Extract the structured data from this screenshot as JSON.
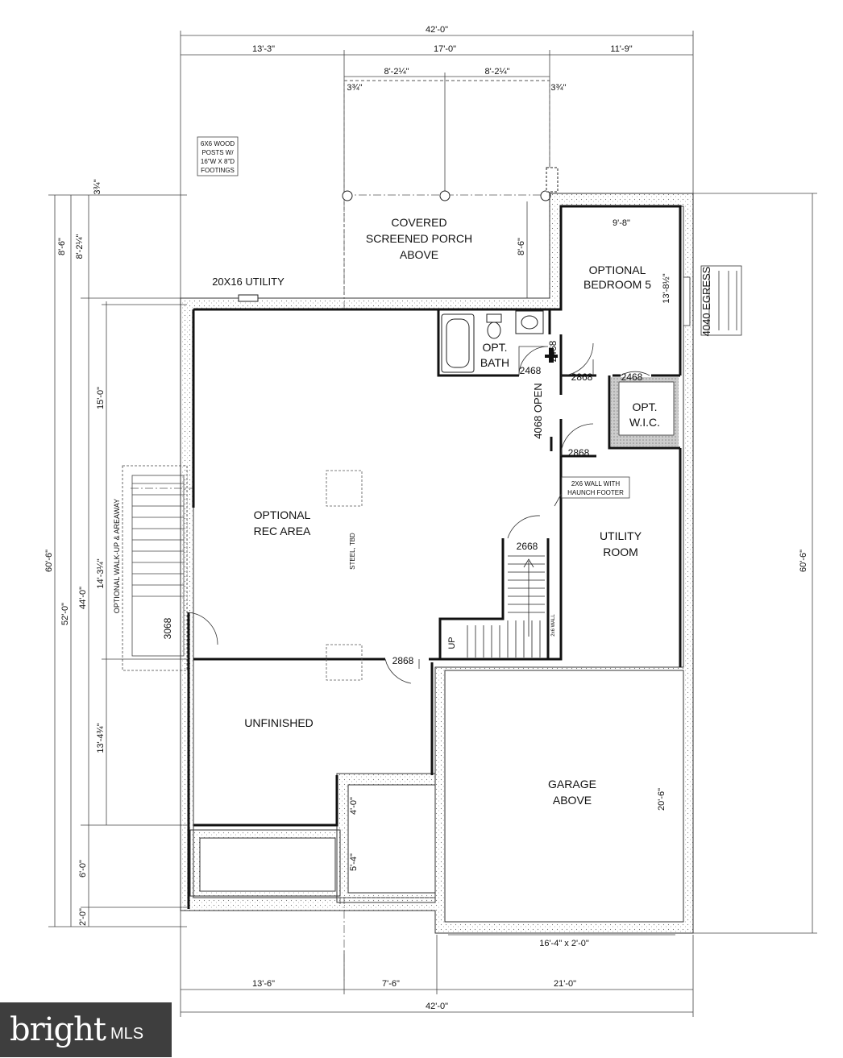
{
  "dimensions": {
    "top_total": "42'-0\"",
    "top_left": "13'-3\"",
    "top_mid": "17'-0\"",
    "top_right": "11'-9\"",
    "porch_span_1": "8'-2¼\"",
    "porch_span_2": "8'-2¼\"",
    "offset_left": "3¾\"",
    "offset_right": "3¾\"",
    "offset_vert": "3¾\"",
    "left_porch_1": "8'-6\"",
    "left_porch_2": "8'-2¼\"",
    "porch_right": "8'-6\"",
    "bedroom_width": "9'-8\"",
    "bedroom_depth": "13'-8½\"",
    "overall_left": "60'-6\"",
    "left_52": "52'-0\"",
    "left_44": "44'-0\"",
    "left_15": "15'-0\"",
    "left_14": "14'-3¼\"",
    "left_13": "13'-4¾\"",
    "left_6": "6'-0\"",
    "left_2": "2'-0\"",
    "overall_right": "60'-6\"",
    "garage_depth": "20'-6\"",
    "garage_door": "16'-4\" x 2'-0\"",
    "bump_4": "4'-0\"",
    "bump_5": "5'-4\"",
    "bottom_left": "13'-6\"",
    "bottom_mid": "7'-6\"",
    "bottom_right": "21'-0\"",
    "bottom_total": "42'-0\""
  },
  "rooms": {
    "porch_1": "COVERED",
    "porch_2": "SCREENED PORCH",
    "porch_3": "ABOVE",
    "bedroom_1": "OPTIONAL",
    "bedroom_2": "BEDROOM 5",
    "bath_1": "OPT.",
    "bath_2": "BATH",
    "wic_1": "OPT.",
    "wic_2": "W.I.C.",
    "rec_1": "OPTIONAL",
    "rec_2": "REC AREA",
    "utility_1": "UTILITY",
    "utility_2": "ROOM",
    "unfinished": "UNFINISHED",
    "garage_1": "GARAGE",
    "garage_2": "ABOVE"
  },
  "notes": {
    "posts_1": "6X6 WOOD",
    "posts_2": "POSTS W/",
    "posts_3": "16\"W X 8\"D",
    "posts_4": "FOOTINGS",
    "utility_window": "20X16 UTILITY",
    "egress": "4040 EGRESS",
    "opening": "4068 OPEN",
    "wall_note_1": "2X6 WALL WITH",
    "wall_note_2": "HAUNCH FOOTER",
    "steel": "STEEL, TBD",
    "walkup": "OPTIONAL WALK-UP & AREAWAY",
    "up": "UP",
    "stair_wall": "2x6 WALL"
  },
  "doors": {
    "bath_door_v": "2468",
    "bath_door_h": "2468",
    "bed_door": "2868",
    "wic_door": "2468",
    "utility_door": "2868",
    "stair_door": "2668",
    "walkup_door": "3068",
    "unfinished_door": "2868"
  },
  "watermark": {
    "brand": "bright",
    "suffix": "MLS"
  }
}
